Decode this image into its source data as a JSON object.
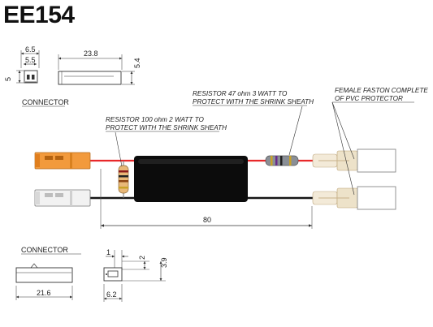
{
  "title": "EE154",
  "connector_top": {
    "label": "CONNECTOR",
    "dim_6_5": "6.5",
    "dim_5_5": "5.5",
    "dim_5": "5",
    "dim_23_8": "23.8",
    "dim_5_4": "5.4"
  },
  "connector_bottom": {
    "label": "CONNECTOR",
    "dim_1": "1",
    "dim_2": "2",
    "dim_3_9": "3.9",
    "dim_21_6": "21.6",
    "dim_6_2": "6.2"
  },
  "callouts": {
    "resistor_100_line1": "RESISTOR 100 ohm 2 WATT TO",
    "resistor_100_line2": "PROTECT WITH THE SHRINK SHEATH",
    "resistor_47_line1": "RESISTOR 47 ohm 3 WATT TO",
    "resistor_47_line2": "PROTECT WITH THE SHRINK SHEATH",
    "faston_line1": "FEMALE FASTON COMPLETE",
    "faston_line2": "OF PVC PROTECTOR"
  },
  "length_dim": "80",
  "colors": {
    "orange_connector": "#f29a3c",
    "red_wire": "#e8282a",
    "black_wire": "#161616",
    "sheath": "#0c0c0c"
  }
}
